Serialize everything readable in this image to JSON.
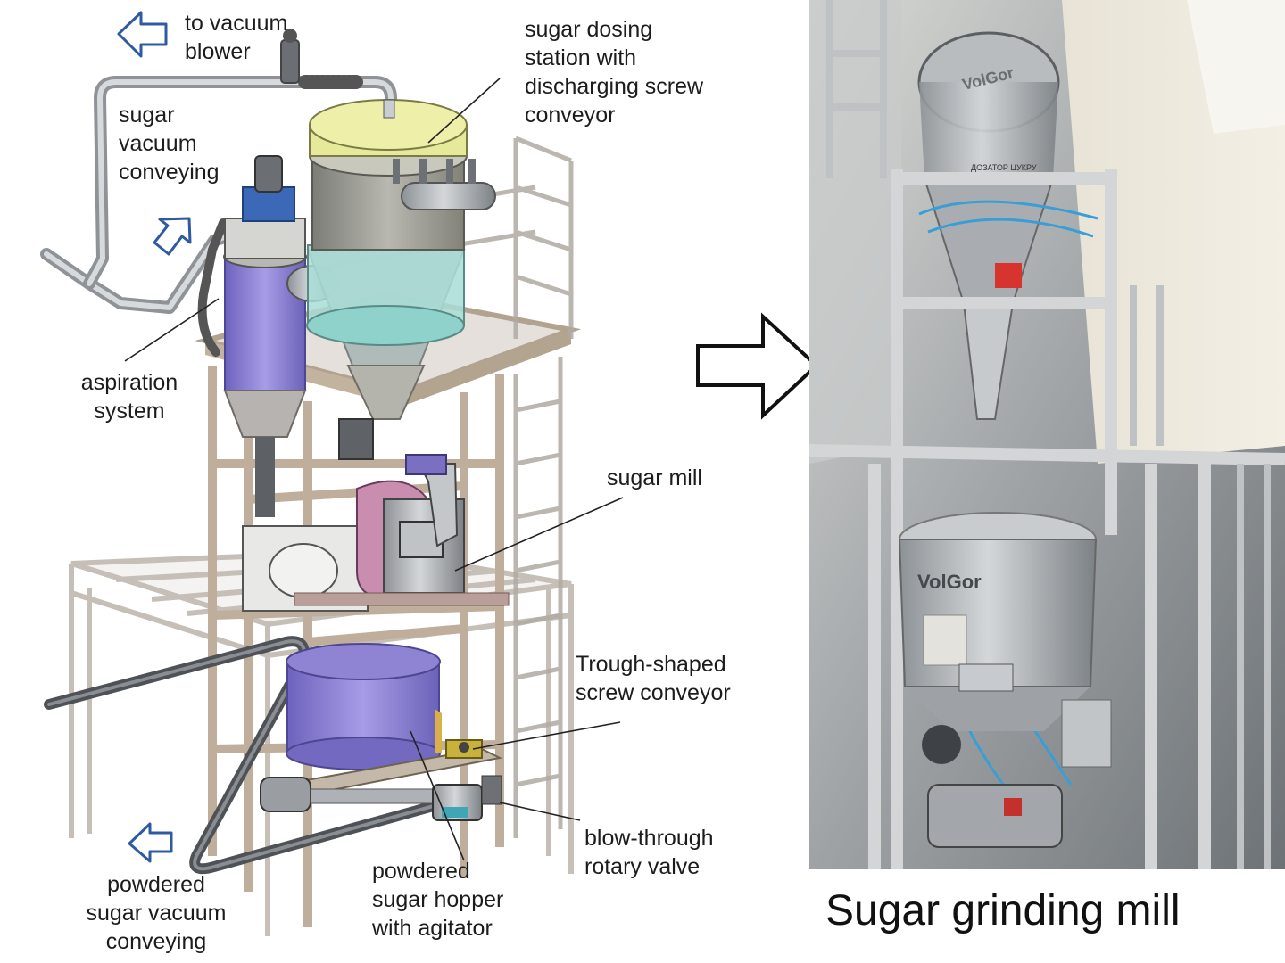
{
  "labels": {
    "to_vacuum_blower": "to vacuum\nblower",
    "sugar_dosing_station": "sugar dosing\nstation with\ndischarging screw\nconveyor",
    "sugar_vacuum_conveying": "sugar\nvacuum\nconveying",
    "aspiration_system": "aspiration\nsystem",
    "sugar_mill": "sugar mill",
    "trough_screw_conveyor": "Trough-shaped\nscrew conveyor",
    "blow_through_rotary_valve": "blow-through\nrotary valve",
    "powdered_sugar_hopper": "powdered\nsugar hopper\nwith agitator",
    "powdered_sugar_vacuum_conveying": "powdered\nsugar vacuum\nconveying"
  },
  "photo": {
    "brand_marking": "VolGor",
    "station_plate": "ДОЗАТОР ЦУКРУ"
  },
  "caption": "Sugar grinding mill",
  "colors": {
    "frame": "#c9b9a8",
    "dosing_top": "#e6e89a",
    "dosing_body": "#a8a8a0",
    "dosing_lower": "#a9ddd7",
    "aspiration": "#8f83d6",
    "hopper": "#9488d8",
    "steel": "#b5b9bd",
    "arrow_blue": "#2d5aa0"
  }
}
